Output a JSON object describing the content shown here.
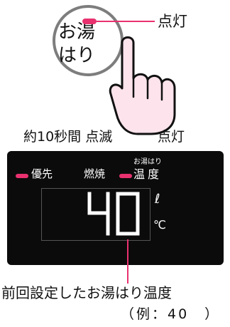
{
  "button": {
    "line1": "お湯",
    "line2": "はり"
  },
  "labels": {
    "top_lit": "点灯",
    "blink": "約10秒間 点滅",
    "lit": "点灯",
    "previous_temp": "前回設定したお湯はり温度",
    "example": "（例：40　）"
  },
  "panel": {
    "priority": "優先",
    "combustion": "燃焼",
    "bath_fill_small": "お湯はり",
    "temperature": "温度",
    "display_value": "40",
    "unit_liter": "ℓ",
    "unit_celsius": "℃"
  },
  "colors": {
    "accent": "#e8316e",
    "panel_bg": "#0b0b0b",
    "hand_fill": "#fde3ec",
    "button_ring": "#7d7d7d"
  }
}
